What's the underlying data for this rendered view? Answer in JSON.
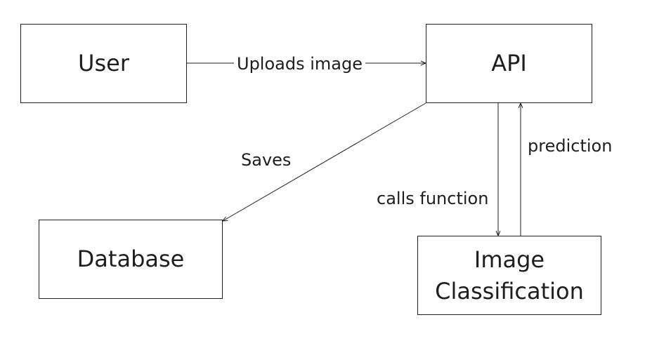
{
  "nodes": {
    "user": "User",
    "api": "API",
    "database": "Database",
    "image_classification_line1": "Image",
    "image_classification_line2": "Classification"
  },
  "edges": {
    "uploads_image": "Uploads image",
    "saves": "Saves",
    "calls_function": "calls function",
    "prediction": "prediction"
  },
  "colors": {
    "stroke": "#1e1e1e",
    "background": "#ffffff"
  }
}
